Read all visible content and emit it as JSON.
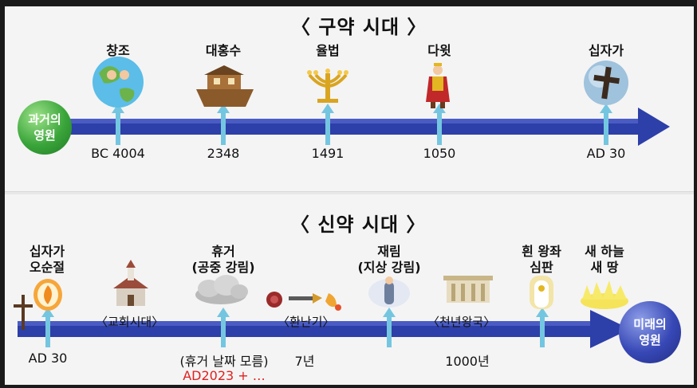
{
  "old_testament": {
    "title": "〈 구약 시대 〉",
    "start_label": "과거의\n영원",
    "events": [
      {
        "label": "창조",
        "year": "BC 4004",
        "icon": "globe-creation-icon"
      },
      {
        "label": "대홍수",
        "year": "2348",
        "icon": "noahs-ark-icon"
      },
      {
        "label": "율법",
        "year": "1491",
        "icon": "menorah-icon"
      },
      {
        "label": "다윗",
        "year": "1050",
        "icon": "king-david-icon"
      },
      {
        "label": "십자가",
        "year": "AD 30",
        "icon": "cross-orb-icon"
      }
    ]
  },
  "new_testament": {
    "title": "〈 신약 시대 〉",
    "end_label": "미래의\n영원",
    "events": [
      {
        "label": "십자가\n오순절",
        "year": "AD 30",
        "icon": "pentecost-flame-icon"
      },
      {
        "label": "휴거\n(공중 강림)",
        "year": "(휴거 날짜 모름)",
        "year_note": "AD2023 + …",
        "icon": "cloud-icon"
      },
      {
        "label": "재림\n(지상 강림)",
        "year": "",
        "icon": "second-coming-icon"
      },
      {
        "label": "흰 왕좌\n심판",
        "year": "",
        "icon": "white-throne-icon"
      },
      {
        "label": "새 하늘\n새 땅",
        "year": "",
        "icon": "new-heaven-icon"
      }
    ],
    "periods": [
      {
        "label": "〈교회시대〉",
        "icon": "church-icon"
      },
      {
        "label": "〈환난기〉",
        "duration": "7년",
        "icon": "tribulation-icons"
      },
      {
        "label": "〈천년왕국〉",
        "duration": "1000년",
        "icon": "temple-icon"
      }
    ]
  },
  "colors": {
    "arrow": "#2d3fa8",
    "connector": "#74c6e0",
    "past_circle": "#3aa53a",
    "future_circle": "#3748b6",
    "note_red": "#e02020"
  }
}
